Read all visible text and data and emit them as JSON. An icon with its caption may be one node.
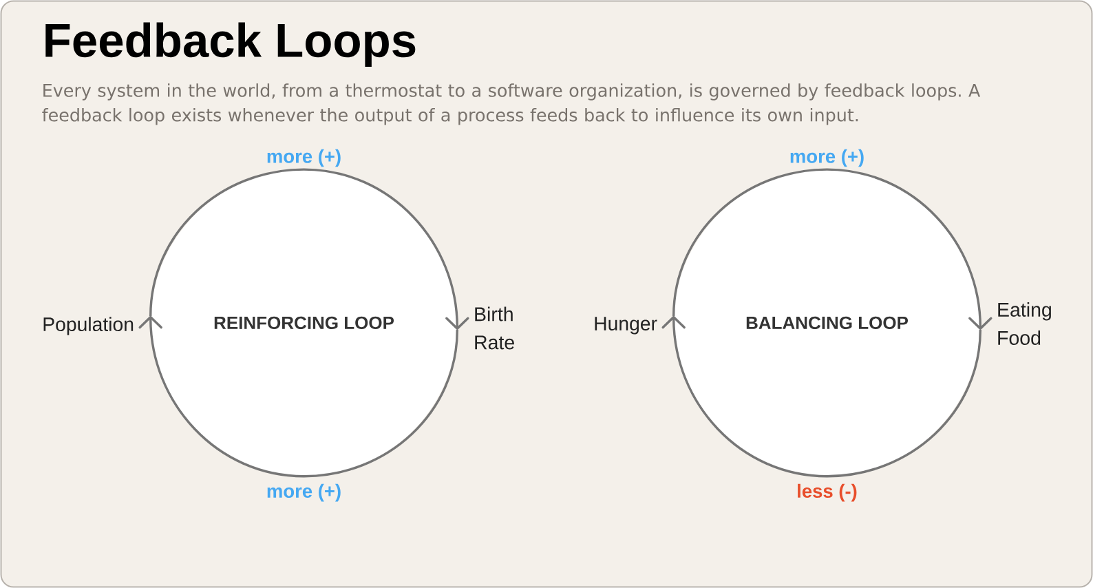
{
  "diagram": {
    "title": "Feedback Loops",
    "caption": "Every system in the world, from a thermostat to a software organization, is governed by feedback loops. A feedback loop exists whenever the output of a process feeds back to influence its own input.",
    "nodes": [
      {
        "text": [
          "REINFORCING LOOP"
        ]
      },
      {
        "text": [
          "Population"
        ]
      },
      {
        "text": [
          "Birth Rate"
        ]
      },
      {
        "text": [
          "BALANCING LOOP"
        ]
      },
      {
        "text": [
          "Hunger"
        ]
      },
      {
        "text": [
          "Eating Food"
        ]
      }
    ],
    "edges": [
      {
        "from": 1,
        "to": 2,
        "arrow": "to",
        "label": "more (+)"
      },
      {
        "from": 2,
        "to": 1,
        "arrow": "to",
        "label": "more (+)"
      },
      {
        "from": 4,
        "to": 5,
        "arrow": "to",
        "label": "more (+)"
      },
      {
        "from": 5,
        "to": 4,
        "arrow": "to",
        "label": "less (-)"
      }
    ]
  }
}
